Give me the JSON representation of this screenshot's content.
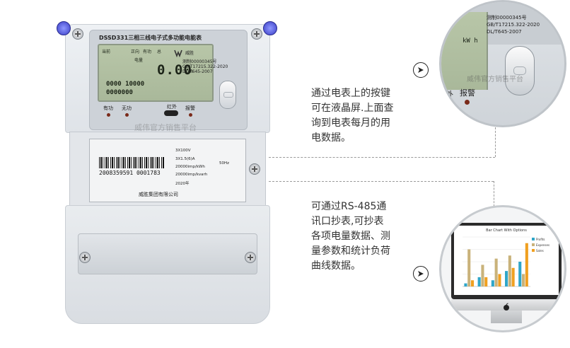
{
  "meter": {
    "model": "DSSD331三相三线电子式多功能电能表",
    "lcd_labels": [
      "当前",
      "正向",
      "有功",
      "总"
    ],
    "lcd_unit_label": "电量",
    "lcd_reading": "0.00",
    "lcd_unit": "kWh",
    "lcd_row1": "0000 10000",
    "lcd_row2": "0000000",
    "brand": "威胜",
    "spec_lines": [
      "测制00000345号",
      "GB/T17215.322-2020",
      "DL/T645-2007"
    ],
    "led_labels": {
      "active": "有功",
      "reactive": "无功",
      "infrared": "红外",
      "alarm": "报警"
    },
    "nameplate": {
      "barcode_number": "2008359591 0001783",
      "voltage": "3X100V",
      "current": "3X1.5(6)A",
      "constant_kwh": "20000imp/kWh",
      "constant_kvarh": "20000imp/kvarh",
      "year": "2020年",
      "frequency": "50Hz",
      "company": "威胜集团有限公司"
    }
  },
  "watermark": "威伟官方销售平台",
  "callouts": {
    "top": "通过电表上的按键\n可在液晶屏.上面查\n询到电表每月的用\n电数据。",
    "bottom": "可通过RS-485通\n讯口抄表,可抄表\n各项电量数据、测\n量参数和统计负荷\n曲线数据。"
  },
  "zoom": {
    "spec_lines": [
      "测制00000345号",
      "GB/T17215.322-2020",
      "DL/T645-2007"
    ],
    "unit": "kW h",
    "label_a": "外",
    "label_alarm": "报警",
    "watermark": "威伟官方销售平台"
  },
  "monitor": {
    "chart_title": "Bar Chart With Options",
    "legend": [
      "Profits",
      "Expenses",
      "Sales"
    ]
  },
  "chart_data": {
    "type": "bar",
    "title": "Bar Chart With Options",
    "categories": [
      "1",
      "2",
      "3",
      "4",
      "5"
    ],
    "series": [
      {
        "name": "Profits",
        "values": [
          1,
          3,
          2,
          5,
          8
        ]
      },
      {
        "name": "Expenses",
        "values": [
          12,
          7,
          9,
          10,
          4
        ]
      },
      {
        "name": "Sales",
        "values": [
          2,
          3,
          4,
          6,
          14
        ]
      }
    ],
    "ylim": [
      0,
      16
    ]
  },
  "colors": {
    "profits": "#2fa6c9",
    "expenses": "#c9b27a",
    "sales": "#f0a020"
  }
}
